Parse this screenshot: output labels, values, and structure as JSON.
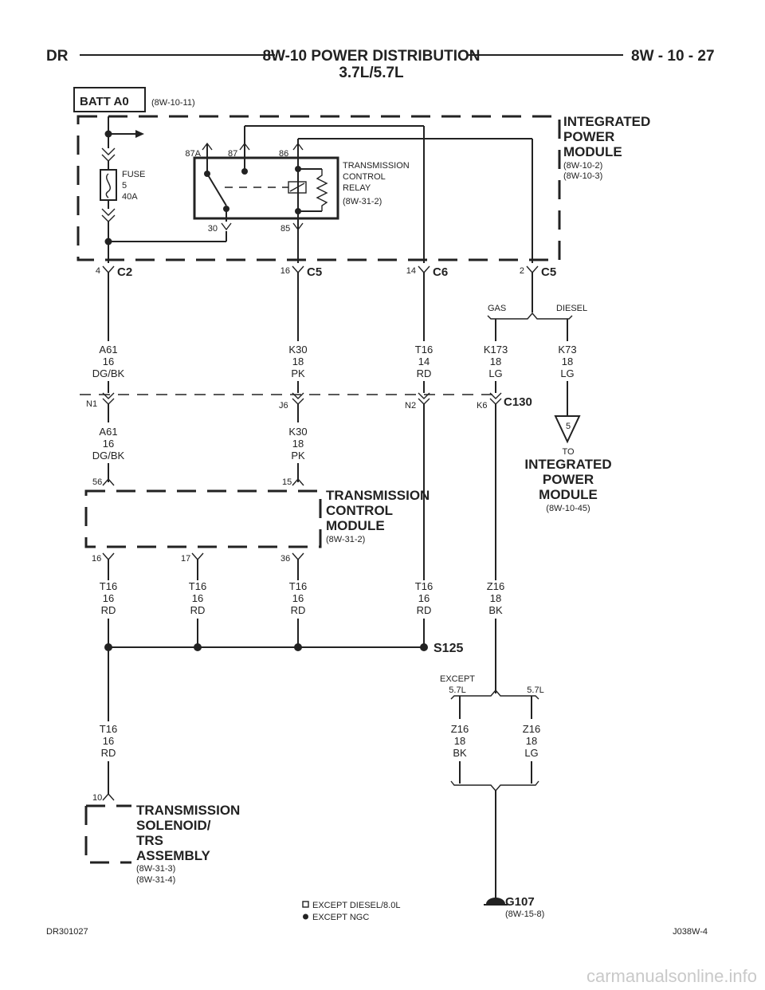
{
  "header": {
    "left": "DR",
    "title": "8W-10 POWER DISTRIBUTION",
    "subtitle": "3.7L/5.7L",
    "right": "8W - 10 - 27"
  },
  "batt": {
    "label": "BATT A0",
    "ref": "(8W-10-11)"
  },
  "ipm": {
    "name": [
      "INTEGRATED",
      "POWER",
      "MODULE"
    ],
    "refs": [
      "(8W-10-2)",
      "(8W-10-3)"
    ]
  },
  "fuse": [
    "FUSE",
    "5",
    "40A"
  ],
  "relay": {
    "name": [
      "TRANSMISSION",
      "CONTROL",
      "RELAY",
      "(8W-31-2)"
    ],
    "pins": {
      "p87a": "87A",
      "p87": "87",
      "p86": "86",
      "p30": "30",
      "p85": "85"
    }
  },
  "connectors": {
    "c2": {
      "name": "C2",
      "pin": "4"
    },
    "c5a": {
      "name": "C5",
      "pin": "16"
    },
    "c6": {
      "name": "C6",
      "pin": "14"
    },
    "c5b": {
      "name": "C5",
      "pin": "2"
    },
    "c130": {
      "name": "C130",
      "pins": {
        "n1": "N1",
        "j6": "J6",
        "n2": "N2",
        "k6": "K6"
      }
    }
  },
  "options": {
    "gas": "GAS",
    "diesel": "DIESEL",
    "except57": [
      "EXCEPT",
      "5.7L"
    ],
    "only57": "5.7L"
  },
  "wires": {
    "a61_top": [
      "A61",
      "16",
      "DG/BK"
    ],
    "k30_top": [
      "K30",
      "18",
      "PK"
    ],
    "t16_top": [
      "T16",
      "14",
      "RD"
    ],
    "k173": [
      "K173",
      "18",
      "LG"
    ],
    "k73": [
      "K73",
      "18",
      "LG"
    ],
    "a61_bot": [
      "A61",
      "16",
      "DG/BK"
    ],
    "k30_bot": [
      "K30",
      "18",
      "PK"
    ],
    "t16_a": [
      "T16",
      "16",
      "RD"
    ],
    "t16_b": [
      "T16",
      "16",
      "RD"
    ],
    "t16_c": [
      "T16",
      "16",
      "RD"
    ],
    "t16_d": [
      "T16",
      "16",
      "RD"
    ],
    "z16_bk": [
      "Z16",
      "18",
      "BK"
    ],
    "t16_e": [
      "T16",
      "16",
      "RD"
    ],
    "z16_bk2": [
      "Z16",
      "18",
      "BK"
    ],
    "z16_lg": [
      "Z16",
      "18",
      "LG"
    ]
  },
  "to_ipm": {
    "num": "5",
    "to": "TO",
    "name": [
      "INTEGRATED",
      "POWER",
      "MODULE"
    ],
    "ref": "(8W-10-45)"
  },
  "tcm": {
    "name": [
      "TRANSMISSION",
      "CONTROL",
      "MODULE"
    ],
    "ref": "(8W-31-2)",
    "pins": {
      "p56": "56",
      "p15": "15",
      "p16": "16",
      "p17": "17",
      "p36": "36"
    }
  },
  "splice": "S125",
  "solenoid": {
    "name": [
      "TRANSMISSION",
      "SOLENOID/",
      "TRS",
      "ASSEMBLY"
    ],
    "refs": [
      "(8W-31-3)",
      "(8W-31-4)"
    ],
    "pin": "10"
  },
  "ground": {
    "name": "G107",
    "ref": "(8W-15-8)"
  },
  "legend": {
    "square": "EXCEPT DIESEL/8.0L",
    "dot": "EXCEPT NGC"
  },
  "footer": {
    "left": "DR301027",
    "right": "J038W-4"
  },
  "watermark": "carmanualsonline.info"
}
